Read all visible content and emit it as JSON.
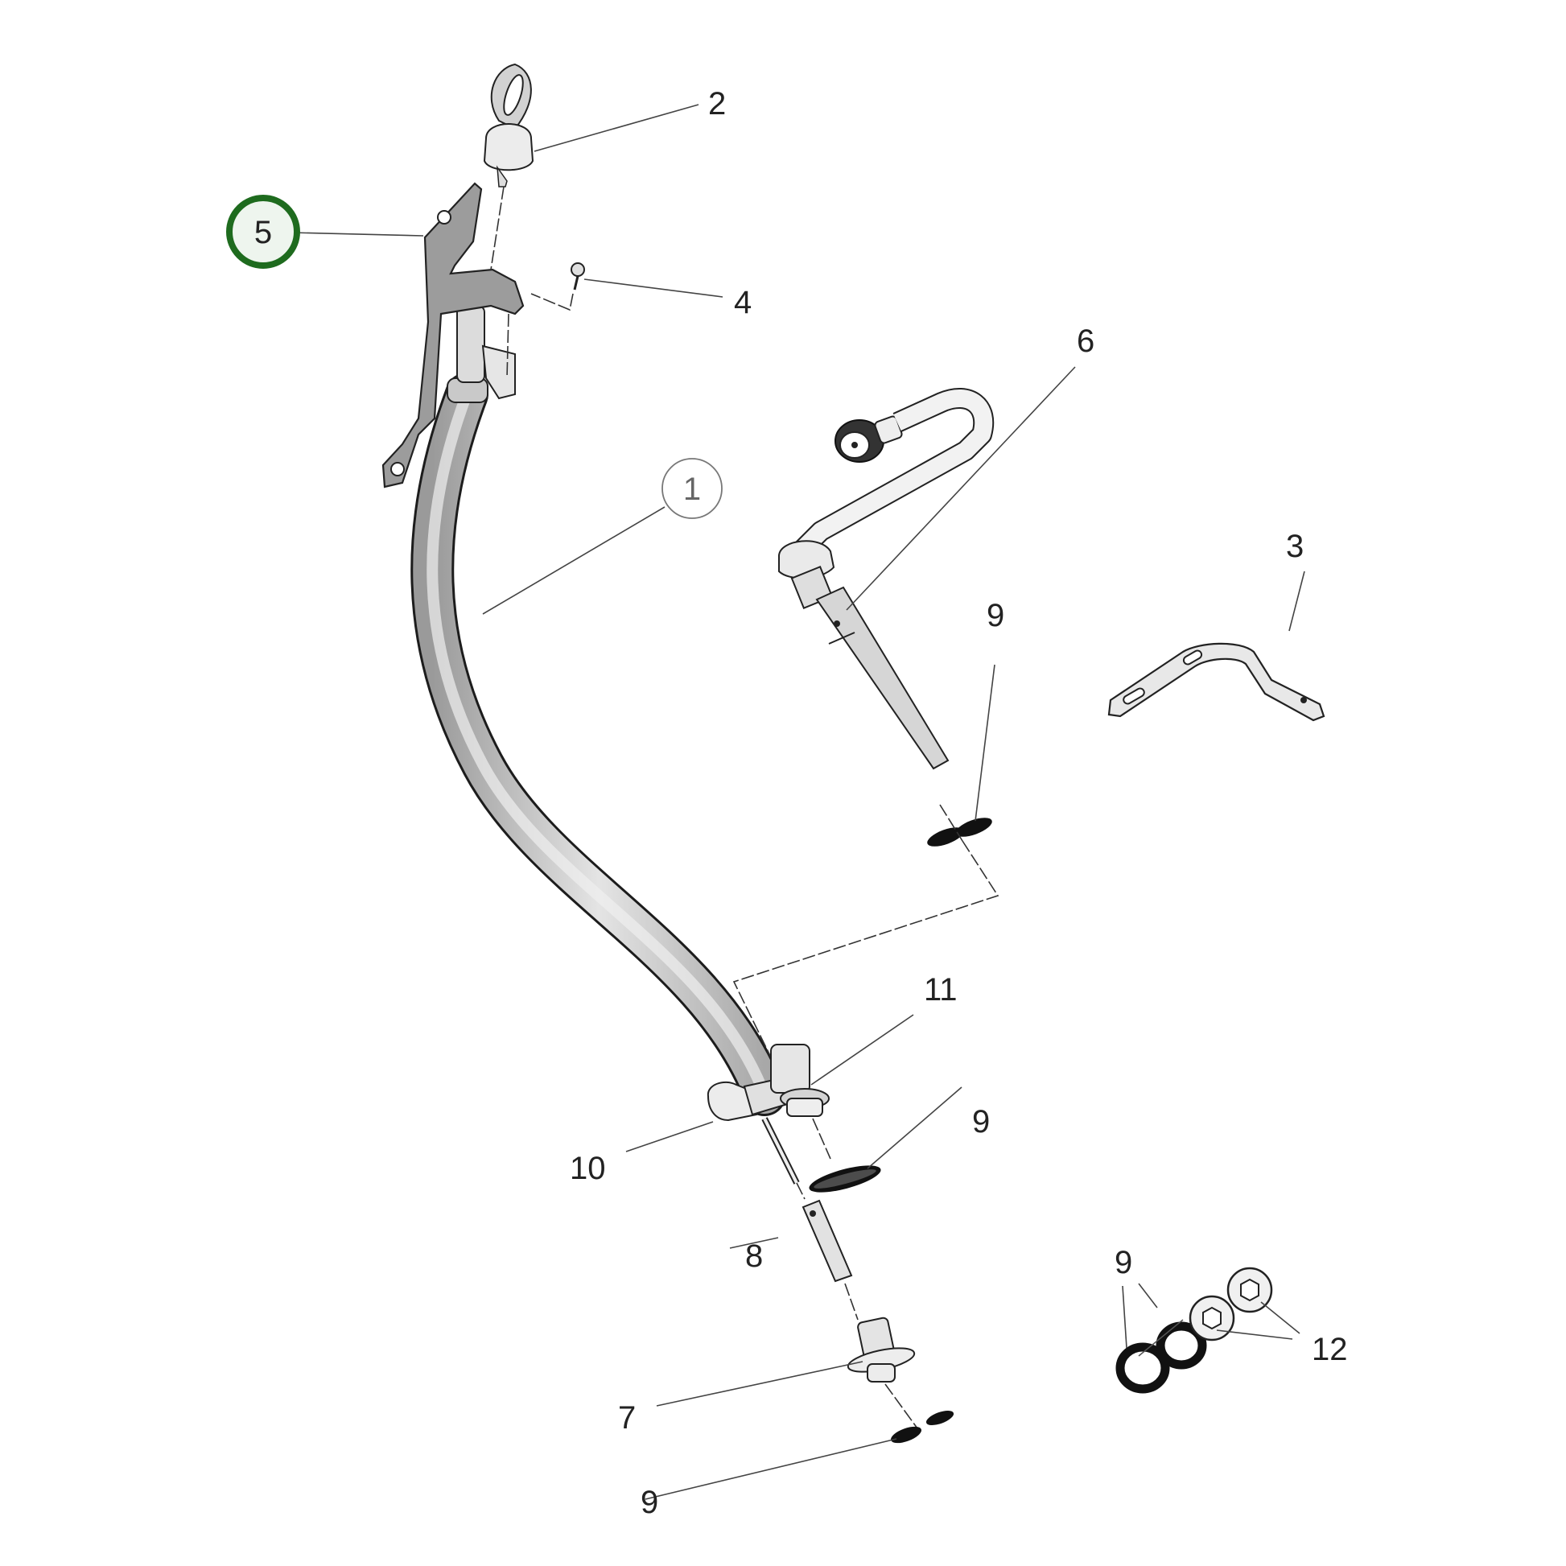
{
  "diagram": {
    "type": "exploded-parts-view",
    "highlight_color": "#1e6b1e",
    "highlight_fill": "#eef5ee",
    "callouts": [
      {
        "id": "c1",
        "label": "1",
        "part": "oil-dipstick-tube",
        "style": "circled"
      },
      {
        "id": "c2",
        "label": "2",
        "part": "dipstick-cap-ring"
      },
      {
        "id": "c3",
        "label": "3",
        "part": "mounting-bracket"
      },
      {
        "id": "c4",
        "label": "4",
        "part": "bolt"
      },
      {
        "id": "c5",
        "label": "5",
        "part": "tube-bracket",
        "style": "circled-highlighted"
      },
      {
        "id": "c6",
        "label": "6",
        "part": "oil-level-sensor-tube"
      },
      {
        "id": "c7",
        "label": "7",
        "part": "adapter-flange"
      },
      {
        "id": "c8",
        "label": "8",
        "part": "connector-sleeve"
      },
      {
        "id": "c9a",
        "label": "9",
        "part": "o-ring"
      },
      {
        "id": "c9b",
        "label": "9",
        "part": "o-ring"
      },
      {
        "id": "c9c",
        "label": "9",
        "part": "o-ring"
      },
      {
        "id": "c9d",
        "label": "9",
        "part": "o-ring"
      },
      {
        "id": "c10",
        "label": "10",
        "part": "clip"
      },
      {
        "id": "c11",
        "label": "11",
        "part": "clamp-nut"
      },
      {
        "id": "c12",
        "label": "12",
        "part": "plug-screw"
      }
    ]
  }
}
